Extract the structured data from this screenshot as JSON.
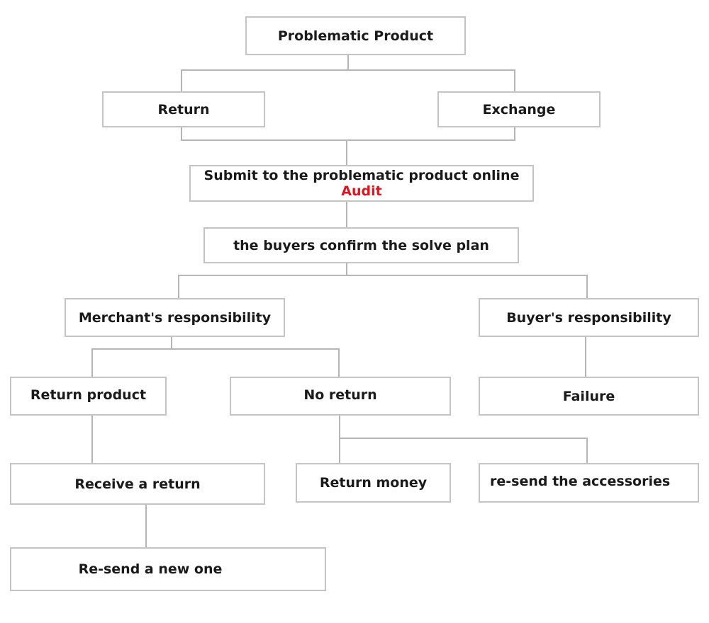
{
  "colors": {
    "box_border": "#c4c4c4",
    "connector": "#b5b5b5",
    "text": "#1a1a1a",
    "highlight": "#e0141e"
  },
  "nodes": {
    "problematic_product": "Problematic Product",
    "return": "Return",
    "exchange": "Exchange",
    "submit_online": "Submit to the problematic product online",
    "audit": "Audit",
    "buyers_confirm": "the buyers confirm the solve plan",
    "merchant_responsibility": "Merchant's responsibility",
    "buyer_responsibility": "Buyer's responsibility",
    "return_product": "Return product",
    "no_return": "No return",
    "failure": "Failure",
    "receive_return": "Receive a return",
    "return_money": "Return money",
    "resend_accessories": "re-send the accessories",
    "resend_new": "Re-send a new one"
  }
}
